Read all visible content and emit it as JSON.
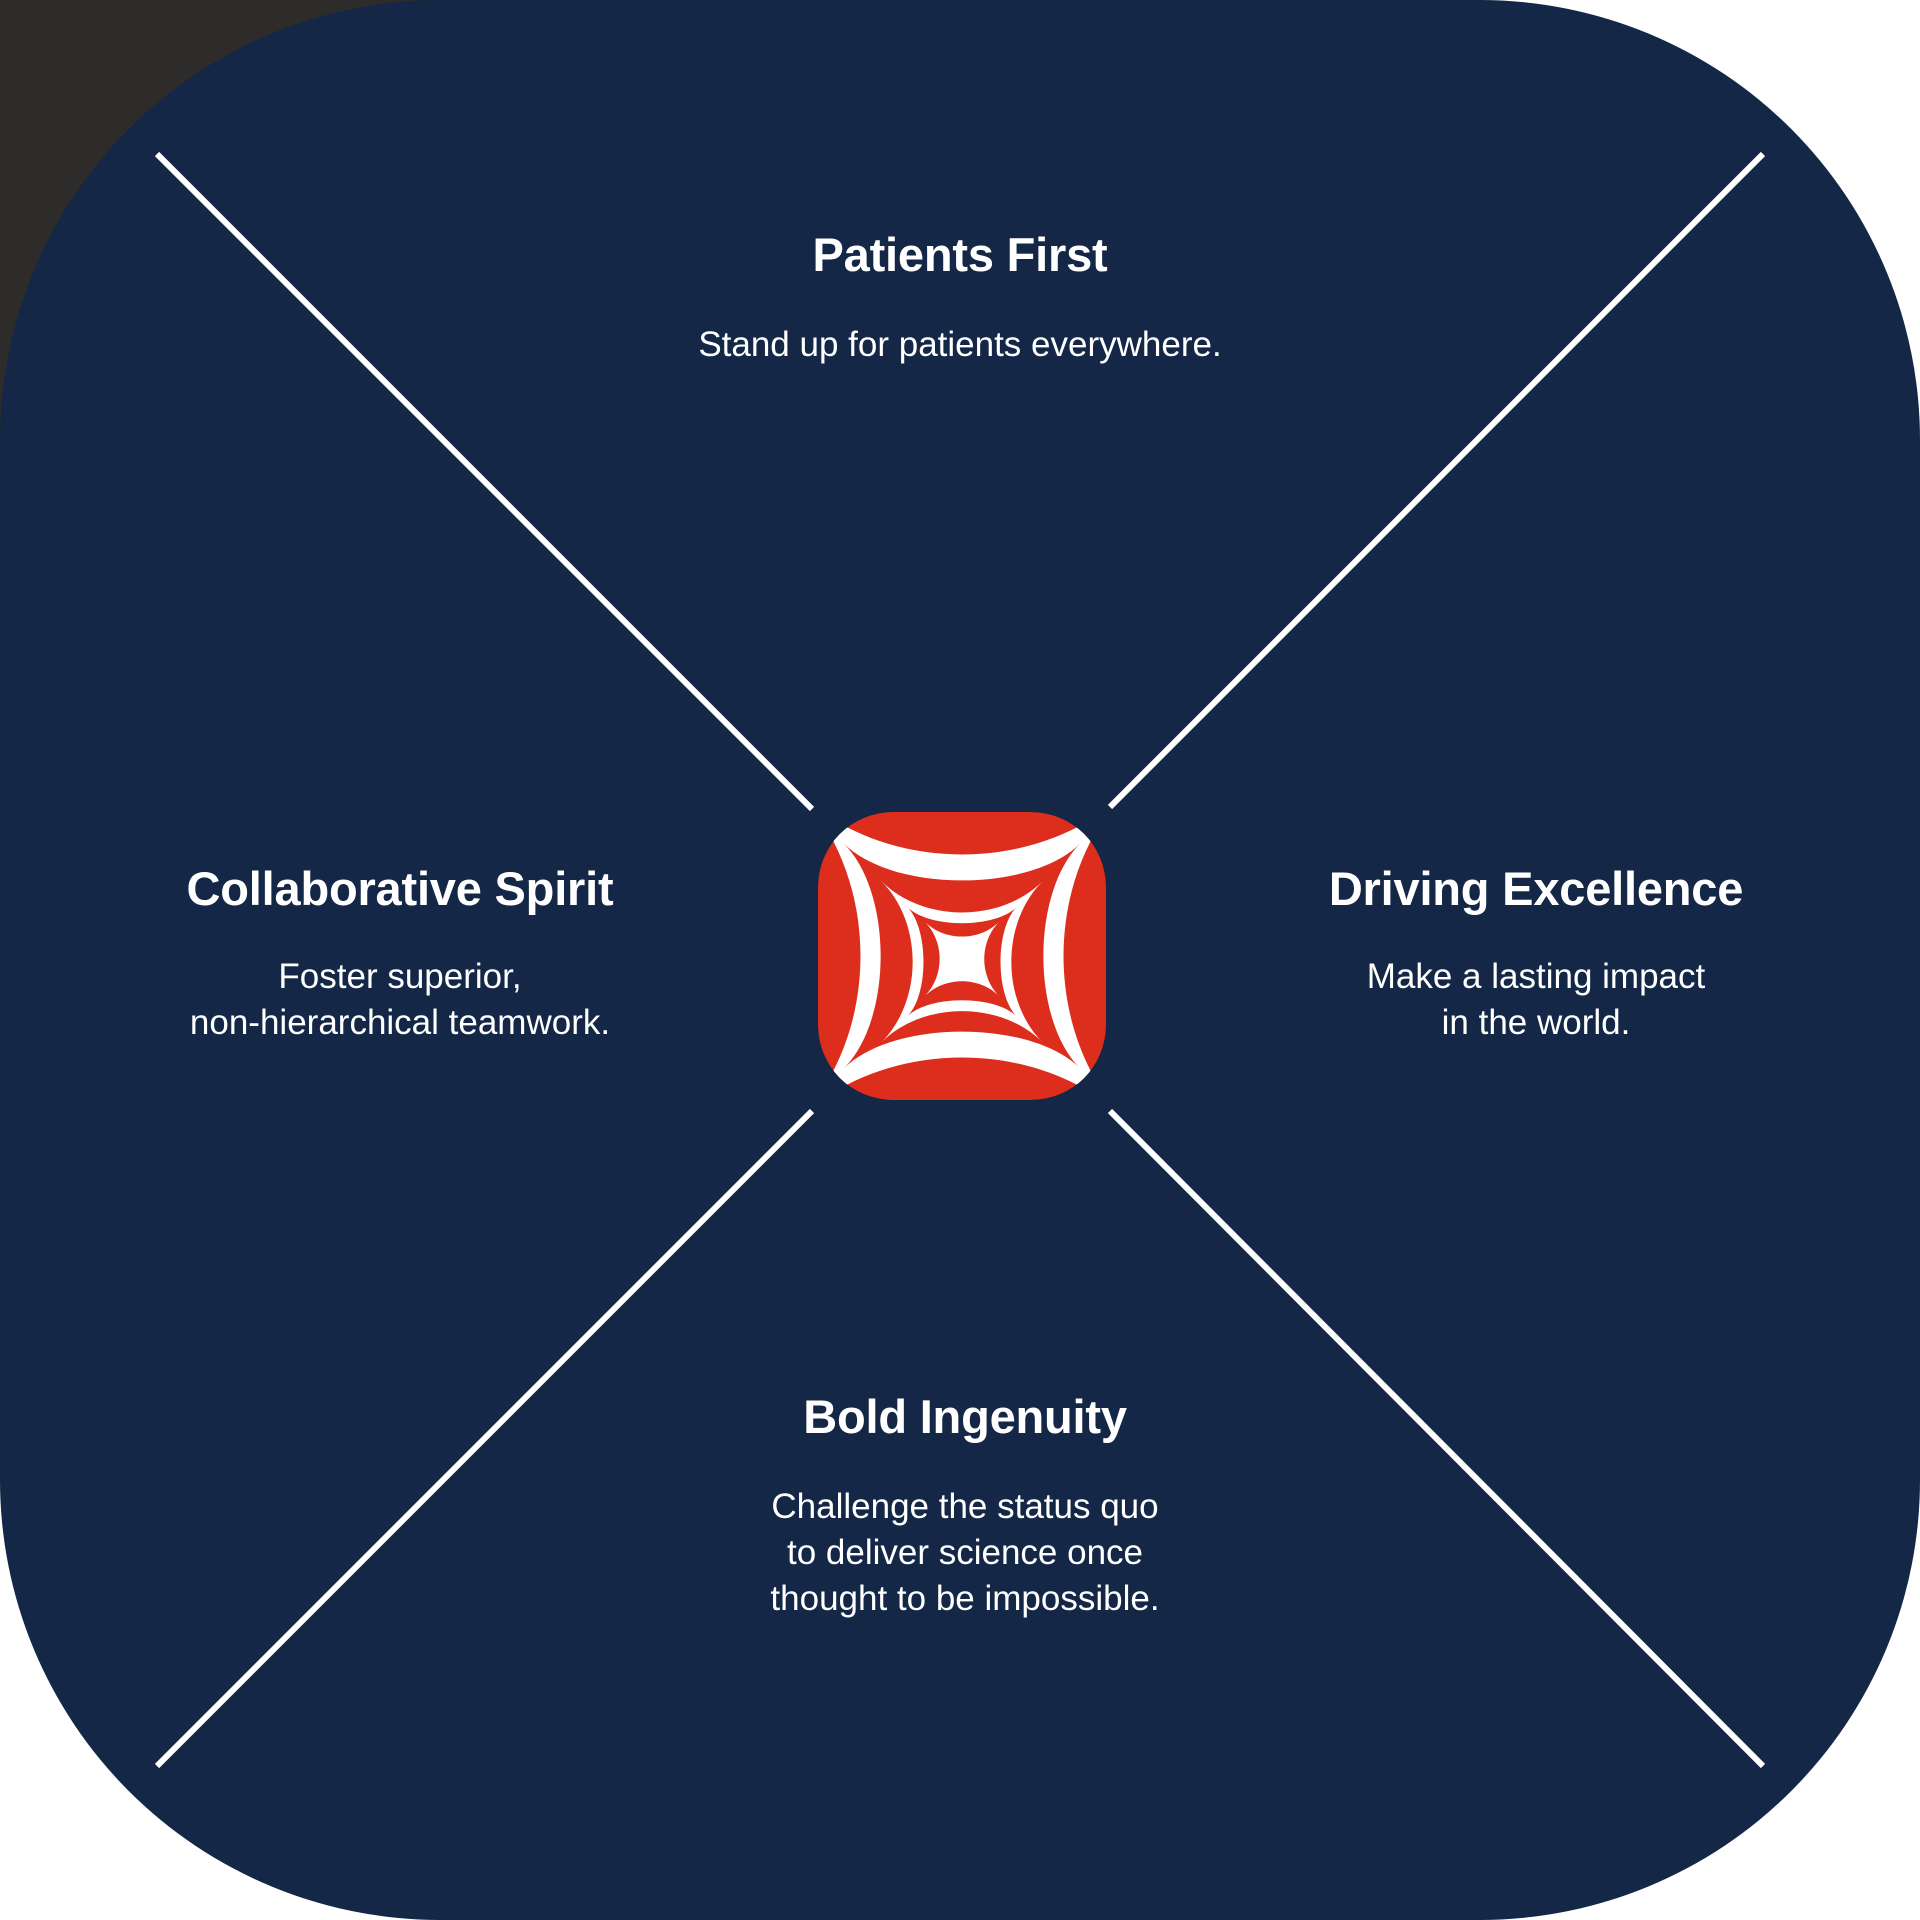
{
  "theme": {
    "background_outer": "#ffffff",
    "corner_block": "#2d2c2a",
    "card_background": "#142746",
    "text_color": "#ffffff",
    "spoke_color": "#ffffff",
    "logo_red": "#dd2e1d",
    "logo_white": "#ffffff"
  },
  "logo": {
    "icon_name": "astroid-star-square-logo",
    "shape": "rounded-square",
    "mark": "four-pointed-concave-star"
  },
  "values": {
    "top": {
      "title": "Patients First",
      "description": "Stand up for patients everywhere.",
      "description_lines": [
        "Stand up for patients everywhere."
      ]
    },
    "left": {
      "title": "Collaborative Spirit",
      "description": "Foster superior, non-hierarchical teamwork.",
      "description_lines": [
        "Foster superior,",
        "non-hierarchical teamwork."
      ]
    },
    "right": {
      "title": "Driving Excellence",
      "description": "Make a lasting impact in the world.",
      "description_lines": [
        "Make a lasting impact",
        "in the world."
      ]
    },
    "bottom": {
      "title": "Bold Ingenuity",
      "description": "Challenge the status quo to deliver science once thought to be impossible.",
      "description_lines": [
        "Challenge the status quo",
        "to deliver science once",
        "thought to be impossible."
      ]
    }
  }
}
